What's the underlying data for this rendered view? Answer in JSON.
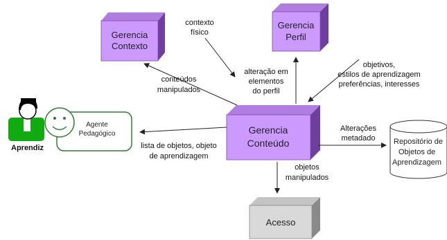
{
  "nodes": {
    "gerencia_contexto": {
      "line1": "Gerencia",
      "line2": "Contexto"
    },
    "gerencia_perfil": {
      "line1": "Gerencia",
      "line2": "Perfil"
    },
    "gerencia_conteudo": {
      "line1": "Gerencia",
      "line2": "Conteúdo"
    },
    "acesso": {
      "label": "Acesso"
    },
    "repositorio": {
      "line1": "Repositório de",
      "line2": "Objetos de",
      "line3": "Aprendizagem"
    },
    "agente": {
      "line1": "Agente",
      "line2": "Pedagógico"
    },
    "aprendiz": {
      "label": "Aprendiz"
    }
  },
  "edges": {
    "contexto_fisico": {
      "line1": "contexto",
      "line2": "físico"
    },
    "conteudos_manipulados": {
      "line1": "conteúdos",
      "line2": "manipulados"
    },
    "alteracao_elementos": {
      "line1": "alteração em",
      "line2": "elementos",
      "line3": "do perfil"
    },
    "objetivos_estilos": {
      "line1": "objetivos,",
      "line2": "estilos de aprendizagem",
      "line3": "preferências, interesses"
    },
    "lista_objetos": {
      "line1": "lista de objetos, objeto",
      "line2": "de aprendizagem"
    },
    "alteracoes_metadado": {
      "line1": "Alterações",
      "line2": "metadado"
    },
    "objetos_manipulados": {
      "line1": "objetos",
      "line2": "manipulados"
    }
  },
  "colors": {
    "management_box": "#cc99ff",
    "acesso_box": "#d9d9d9",
    "aprendiz_shirt": "#11aa11",
    "agente_border": "#2e7d32"
  }
}
